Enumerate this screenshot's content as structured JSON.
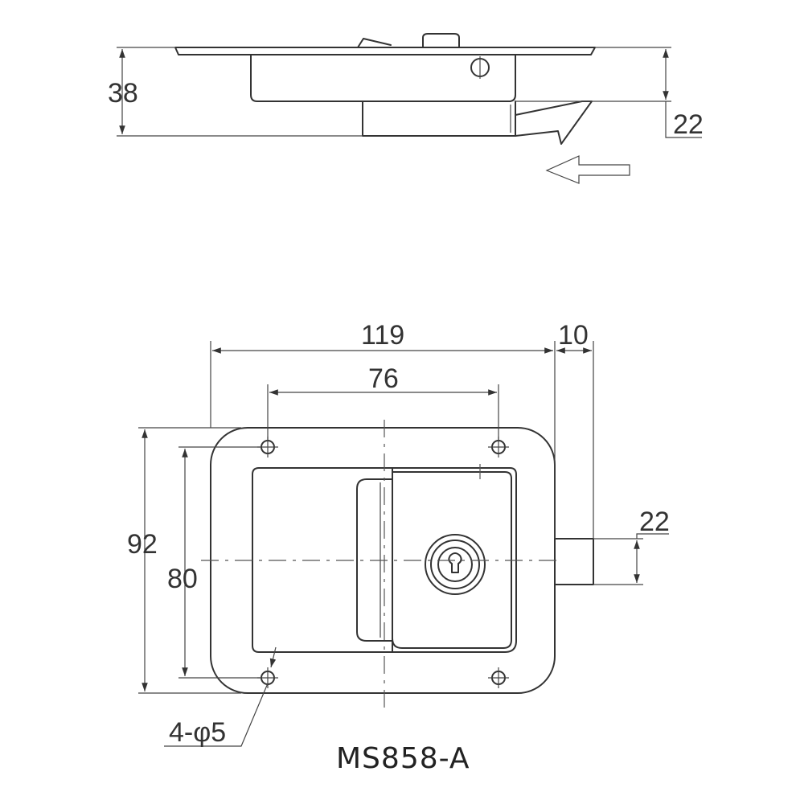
{
  "side_view": {
    "dim_height_total": "38",
    "dim_latch_height": "22"
  },
  "front_view": {
    "dim_overall_width": "119",
    "dim_latch_projection": "10",
    "dim_hole_spacing_horizontal": "76",
    "dim_overall_height": "92",
    "dim_hole_spacing_vertical": "80",
    "dim_latch_width": "22",
    "dim_mounting_holes": "4-φ5"
  },
  "model_label": "MS858-A"
}
